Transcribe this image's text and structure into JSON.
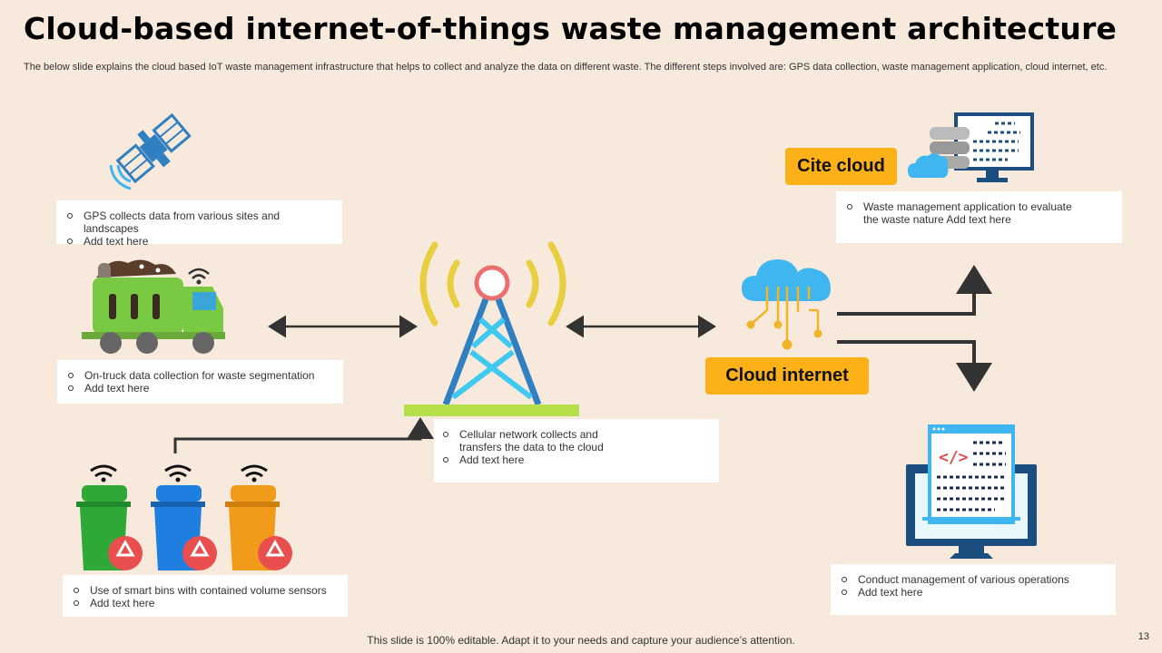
{
  "slide": {
    "title": "Cloud-based internet-of-things waste management architecture",
    "subtitle": "The below slide explains the cloud based IoT waste management infrastructure that helps to collect and analyze the data on different waste. The different steps involved are: GPS data collection, waste management application, cloud internet, etc.",
    "footer": "This slide is 100% editable. Adapt it to your needs and capture your audience’s attention.",
    "page_number": "13"
  },
  "cards": {
    "gps": [
      "GPS collects data from various sites and landscapes",
      "Add text here"
    ],
    "truck": [
      "On-truck data collection for waste segmentation",
      "Add text here"
    ],
    "bins": [
      "Use of smart bins with contained volume sensors",
      "Add text here"
    ],
    "tower": [
      "Cellular network collects and transfers the data to the cloud",
      "Add text here"
    ],
    "app": [
      "Waste management application to evaluate the waste nature Add text here"
    ],
    "ops": [
      "Conduct management of various operations",
      "Add text here"
    ]
  },
  "tags": {
    "cite_cloud": "Cite cloud",
    "cloud_internet": "Cloud internet"
  },
  "colors": {
    "background": "#f7e9dc",
    "accent_tag": "#fbb117",
    "tower_blue": "#2f7fc1",
    "tower_cyan": "#3fc9f0",
    "signal_yellow": "#e9cf3f",
    "truck_green": "#7ac943",
    "bin_green": "#2ea836",
    "bin_blue": "#1f7fe0",
    "bin_orange": "#f29b1a",
    "monitor_navy": "#1c4f80",
    "arrow_dark": "#333333"
  },
  "icons": [
    "satellite-icon",
    "garbage-truck-icon",
    "smart-bin-icon",
    "cell-tower-icon",
    "cloud-network-icon",
    "server-monitor-icon",
    "code-monitor-icon",
    "recycle-icon",
    "wifi-icon"
  ]
}
